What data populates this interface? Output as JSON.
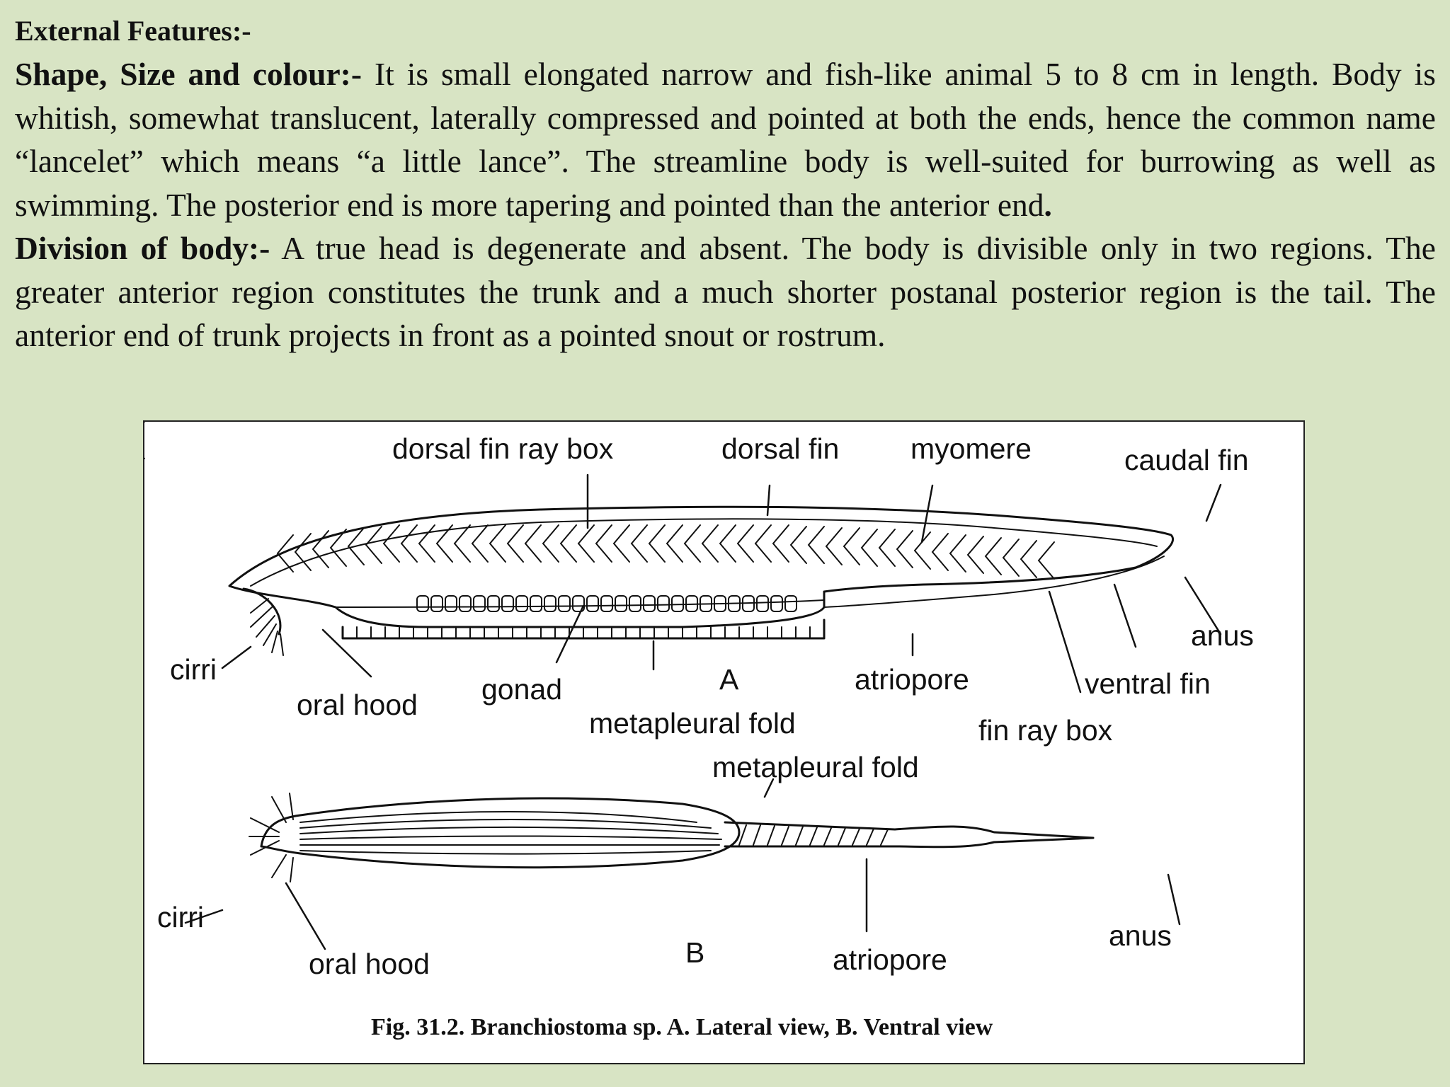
{
  "heading": "External Features:-",
  "para1": {
    "label": "Shape, Size and colour:-",
    "text": " It is small elongated narrow and fish-like animal 5 to 8 cm in length. Body is whitish, somewhat translucent, laterally compressed and pointed at both the ends, hence the common name “lancelet” which means “a little lance”. The streamline body is well-suited for burrowing as well as swimming. The posterior end is more tapering and pointed than the anterior end",
    "end": "."
  },
  "para2": {
    "label": "Division of body:-",
    "text": " A true head is degenerate and absent. The body is divisible only in two regions. The greater anterior region constitutes the trunk and a much shorter postanal posterior region is the tail. The anterior end of trunk projects in front as a pointed snout or rostrum."
  },
  "figure": {
    "view_a": {
      "letter": "A",
      "labels": {
        "dorsal_fin_ray_box": "dorsal fin ray box",
        "dorsal_fin": "dorsal fin",
        "myomere": "myomere",
        "caudal_fin": "caudal fin",
        "anus": "anus",
        "ventral_fin": "ventral fin",
        "fin_ray_box": "fin ray box",
        "atriopore": "atriopore",
        "metapleural_fold": "metapleural fold",
        "gonad": "gonad",
        "oral_hood": "oral hood",
        "cirri": "cirri"
      }
    },
    "view_b": {
      "letter": "B",
      "labels": {
        "metapleural_fold": "metapleural fold",
        "cirri": "cirri",
        "oral_hood": "oral hood",
        "atriopore": "atriopore",
        "anus": "anus"
      }
    },
    "caption": "Fig. 31.2. Branchiostoma sp. A. Lateral view, B. Ventral view"
  }
}
